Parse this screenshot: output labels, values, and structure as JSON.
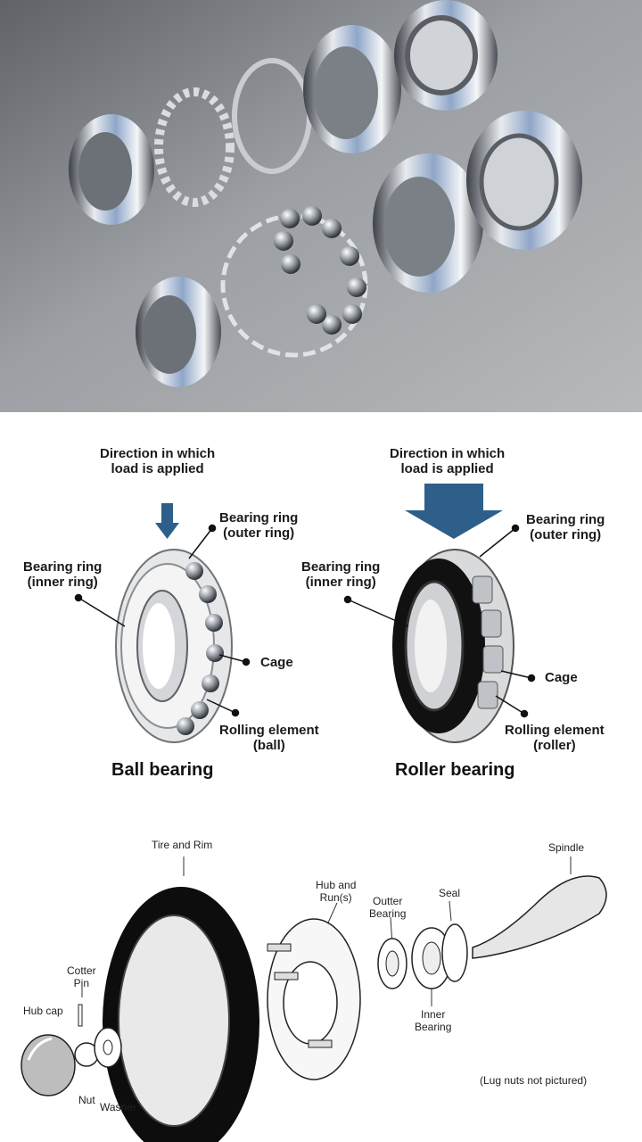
{
  "ball": {
    "direction": [
      "Direction in which",
      "load is applied"
    ],
    "outer_ring": [
      "Bearing ring",
      "(outer ring)"
    ],
    "inner_ring": [
      "Bearing ring",
      "(inner ring)"
    ],
    "cage": "Cage",
    "rolling": [
      "Rolling element",
      "(ball)"
    ],
    "title": "Ball bearing"
  },
  "roller": {
    "direction": [
      "Direction in which",
      "load is applied"
    ],
    "outer_ring": [
      "Bearing ring",
      "(outer ring)"
    ],
    "inner_ring": [
      "Bearing ring",
      "(inner ring)"
    ],
    "cage": "Cage",
    "rolling": [
      "Rolling element",
      "(roller)"
    ],
    "title": "Roller bearing"
  },
  "wheel": {
    "tire_rim": "Tire and Rim",
    "spindle": "Spindle",
    "hub_runs": [
      "Hub and",
      "Run(s)"
    ],
    "outter_bearing": [
      "Outter",
      "Bearing"
    ],
    "seal": "Seal",
    "cotter_pin": [
      "Cotter",
      "Pin"
    ],
    "hub_cap": "Hub cap",
    "nut": "Nut",
    "washer": "Washer",
    "inner_bearing": [
      "Inner",
      "Bearing"
    ],
    "note": "(Lug nuts not pictured)"
  },
  "colors": {
    "arrow": "#2e5f8a",
    "photo_bg": "#8e9196",
    "tire": "#0d0d0d"
  }
}
